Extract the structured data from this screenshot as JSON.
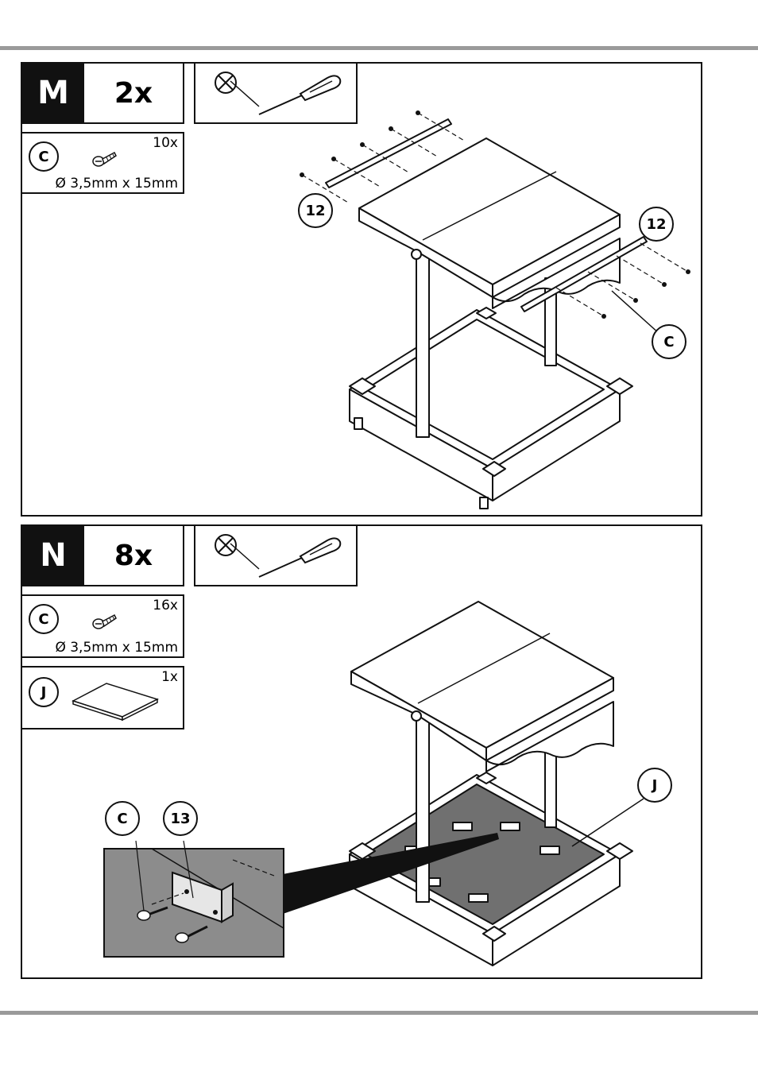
{
  "steps": [
    {
      "letter": "M",
      "count": "2x",
      "parts": [
        {
          "id": "C",
          "qty": "10x",
          "dims": "Ø 3,5mm x 15mm"
        }
      ],
      "callouts": [
        "12",
        "12",
        "C"
      ]
    },
    {
      "letter": "N",
      "count": "8x",
      "parts": [
        {
          "id": "C",
          "qty": "16x",
          "dims": "Ø 3,5mm x 15mm"
        },
        {
          "id": "J",
          "qty": "1x"
        }
      ],
      "callouts": [
        "C",
        "13",
        "J"
      ]
    }
  ],
  "icons": {
    "tool": "screwdriver-icon",
    "no": "crossed-circle-icon",
    "screw": "screw-icon",
    "board": "board-icon"
  },
  "colors": {
    "ink": "#111111",
    "rule": "#9a9a9a",
    "detail_fill": "#8c8c8c",
    "floor_fill": "#707070"
  }
}
